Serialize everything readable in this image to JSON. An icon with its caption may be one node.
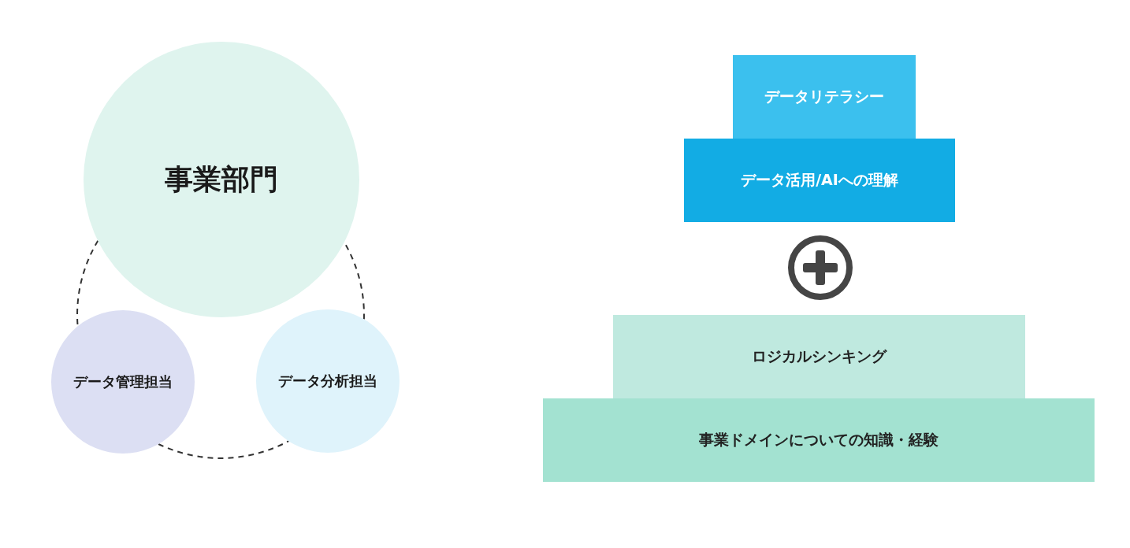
{
  "diagram": {
    "nodes": [
      {
        "text": [
          "事業部門"
        ]
      },
      {
        "text": [
          "データ管理担当"
        ]
      },
      {
        "text": [
          "データ分析担当"
        ]
      },
      {
        "text": [
          "データリテラシー"
        ]
      },
      {
        "text": [
          "データ活用/AIへの理解"
        ]
      },
      {
        "text": [
          "ロジカルシンキング"
        ]
      },
      {
        "text": [
          "事業ドメインについての知識・経験"
        ]
      }
    ],
    "edges": [
      {
        "from": 0,
        "to": 1,
        "arrow": "none",
        "style": "dashed"
      },
      {
        "from": 1,
        "to": 2,
        "arrow": "none",
        "style": "dashed"
      },
      {
        "from": 2,
        "to": 0,
        "arrow": "none",
        "style": "dashed"
      }
    ]
  }
}
